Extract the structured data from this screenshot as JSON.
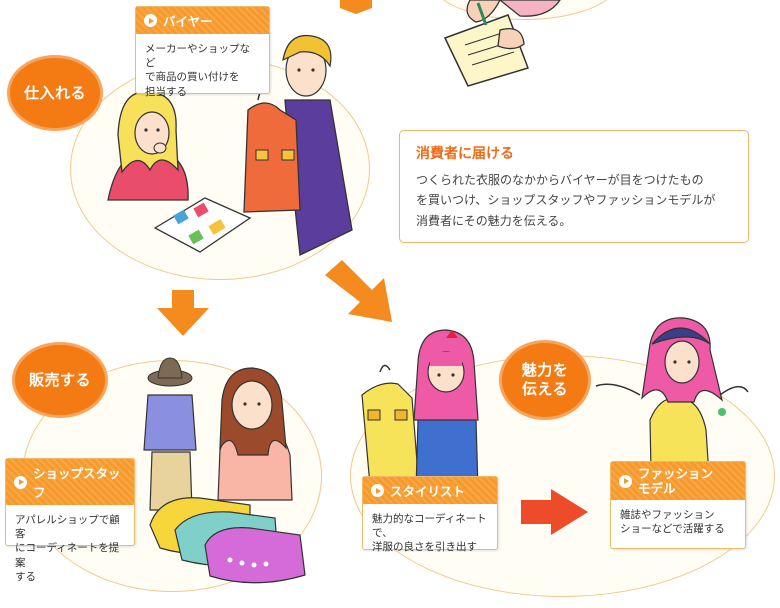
{
  "stages": {
    "shiire": "仕入れる",
    "hanbai": "販売する",
    "miryoku": "魅力を\n伝える"
  },
  "roles": {
    "buyer": {
      "title": "バイヤー",
      "desc": "メーカーやショップなど\nで商品の買い付けを\n担当する"
    },
    "shop_staff": {
      "title": "ショップスタッフ",
      "desc": "アパレルショップで顧客\nにコーディネートを提案\nする"
    },
    "stylist": {
      "title": "スタイリスト",
      "desc": "魅力的なコーディネートで、\n洋服の良さを引き出す"
    },
    "model": {
      "title": "ファッション\nモデル",
      "desc": "雑誌やファッション\nショーなどで活躍する"
    }
  },
  "info": {
    "title": "消費者に届ける",
    "body": "つくられた衣服のなかからバイヤーが目をつけたもの\nを買いつけ、ショップスタッフやファッションモデルが\n消費者にその魅力を伝える。"
  },
  "colors": {
    "accent": "#f47b14",
    "card_header": "#f79a2c",
    "arrow": "#f58a1f",
    "red_arrow": "#ee4b2b"
  },
  "icons": [
    "play-icon",
    "arrow-down-icon",
    "arrow-right-icon"
  ]
}
